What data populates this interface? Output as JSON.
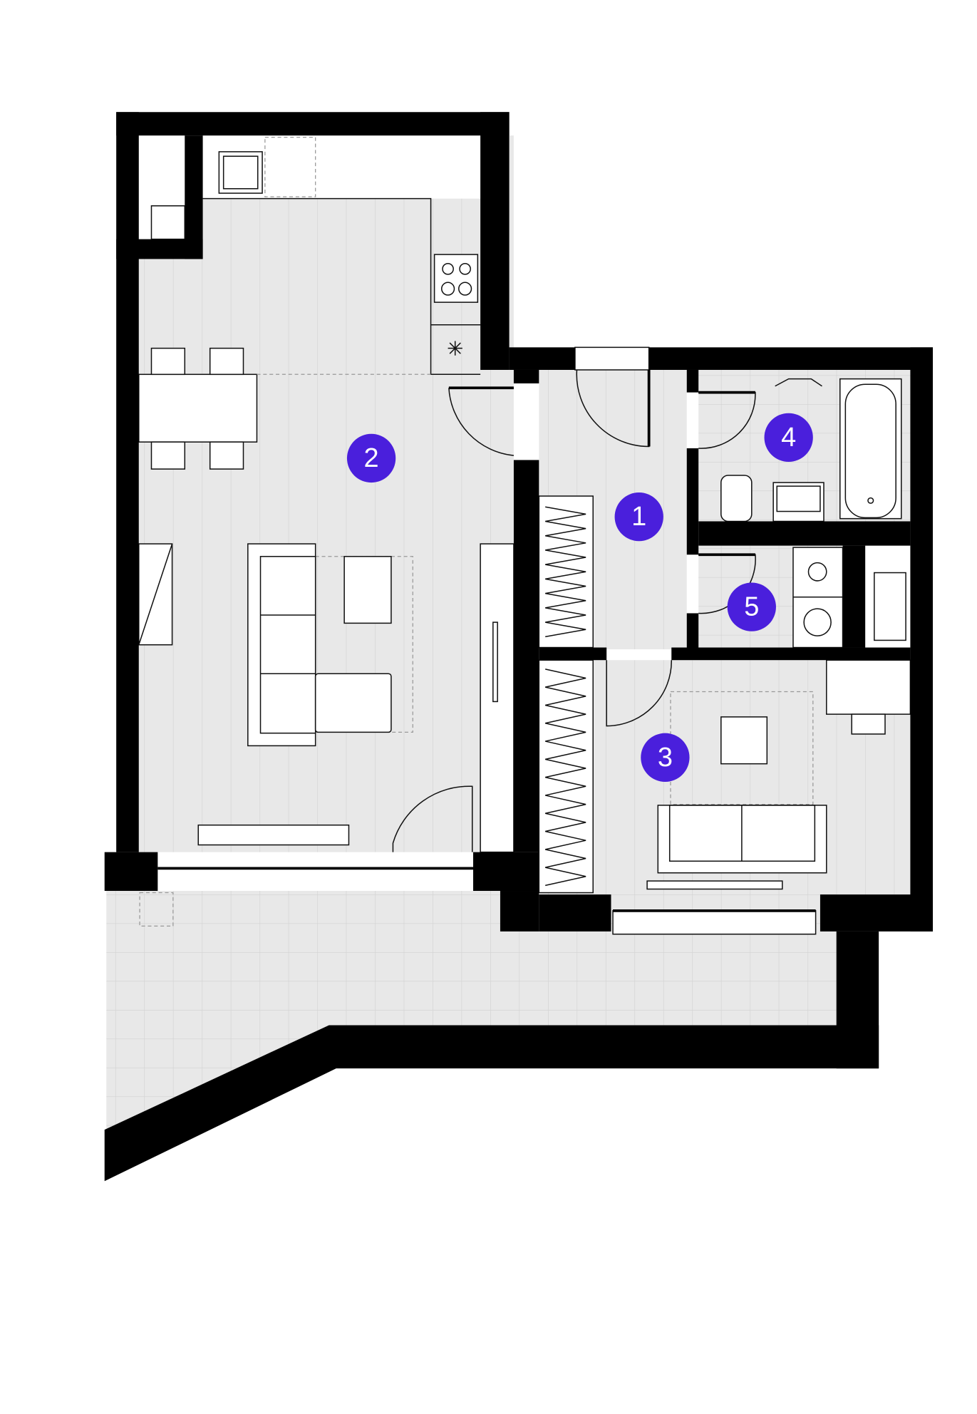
{
  "plan": {
    "accent_color": "#4a1fdc",
    "floor_color": "#e8e8e8",
    "wall_color": "#000000",
    "rooms": [
      {
        "id": "hall",
        "number": "1"
      },
      {
        "id": "living-kitchen",
        "number": "2"
      },
      {
        "id": "bedroom",
        "number": "3"
      },
      {
        "id": "bathroom",
        "number": "4"
      },
      {
        "id": "laundry",
        "number": "5"
      }
    ]
  }
}
